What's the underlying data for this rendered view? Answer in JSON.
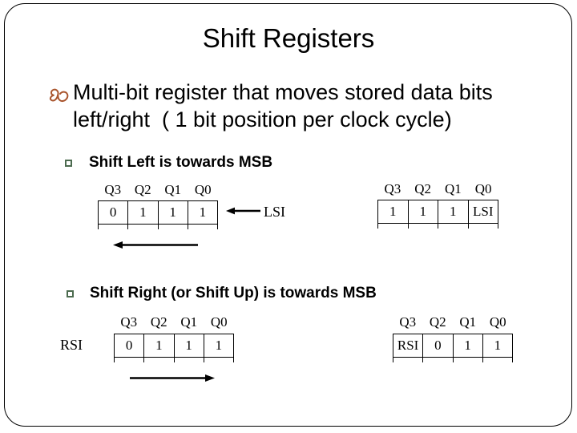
{
  "slide": {
    "title": "Shift Registers",
    "bullet": {
      "line1": "Multi-bit register that moves stored data bits",
      "line2": "left/right  ( 1 bit position per clock cycle)"
    },
    "sections": [
      {
        "heading": "Shift Left is towards MSB",
        "left_table": {
          "headers": [
            "Q3",
            "Q2",
            "Q1",
            "Q0"
          ],
          "cells": [
            "0",
            "1",
            "1",
            "1"
          ]
        },
        "input_label": "LSI",
        "right_table": {
          "headers": [
            "Q3",
            "Q2",
            "Q1",
            "Q0"
          ],
          "cells": [
            "1",
            "1",
            "1",
            "LSI"
          ]
        }
      },
      {
        "heading": "Shift Right (or Shift Up) is towards MSB",
        "input_label": "RSI",
        "left_table": {
          "headers": [
            "Q3",
            "Q2",
            "Q1",
            "Q0"
          ],
          "cells": [
            "0",
            "1",
            "1",
            "1"
          ]
        },
        "right_table": {
          "headers": [
            "Q3",
            "Q2",
            "Q1",
            "Q0"
          ],
          "cells": [
            "RSI",
            "0",
            "1",
            "1"
          ]
        }
      }
    ],
    "colors": {
      "ornament_bullet": "#a9552e",
      "square_bullet": "#4c6b4f",
      "text": "#000000"
    }
  }
}
